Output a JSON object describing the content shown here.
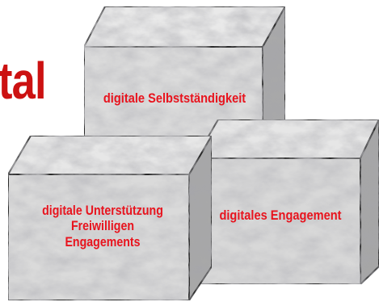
{
  "title": "tal",
  "blocks": {
    "top": {
      "lines": [
        "digitale Selbstständigkeit"
      ],
      "color": "#e8141e"
    },
    "bottom_left": {
      "lines": [
        "digitale Unterstützung",
        "Freiwilligen",
        "Engagements"
      ],
      "color": "#e8141e"
    },
    "bottom_right": {
      "lines": [
        "digitales Engagement"
      ],
      "color": "#e8141e"
    }
  },
  "colors": {
    "title": "#cc1111",
    "marble": "#c8c8c8",
    "outline": "#2a2a2a"
  }
}
